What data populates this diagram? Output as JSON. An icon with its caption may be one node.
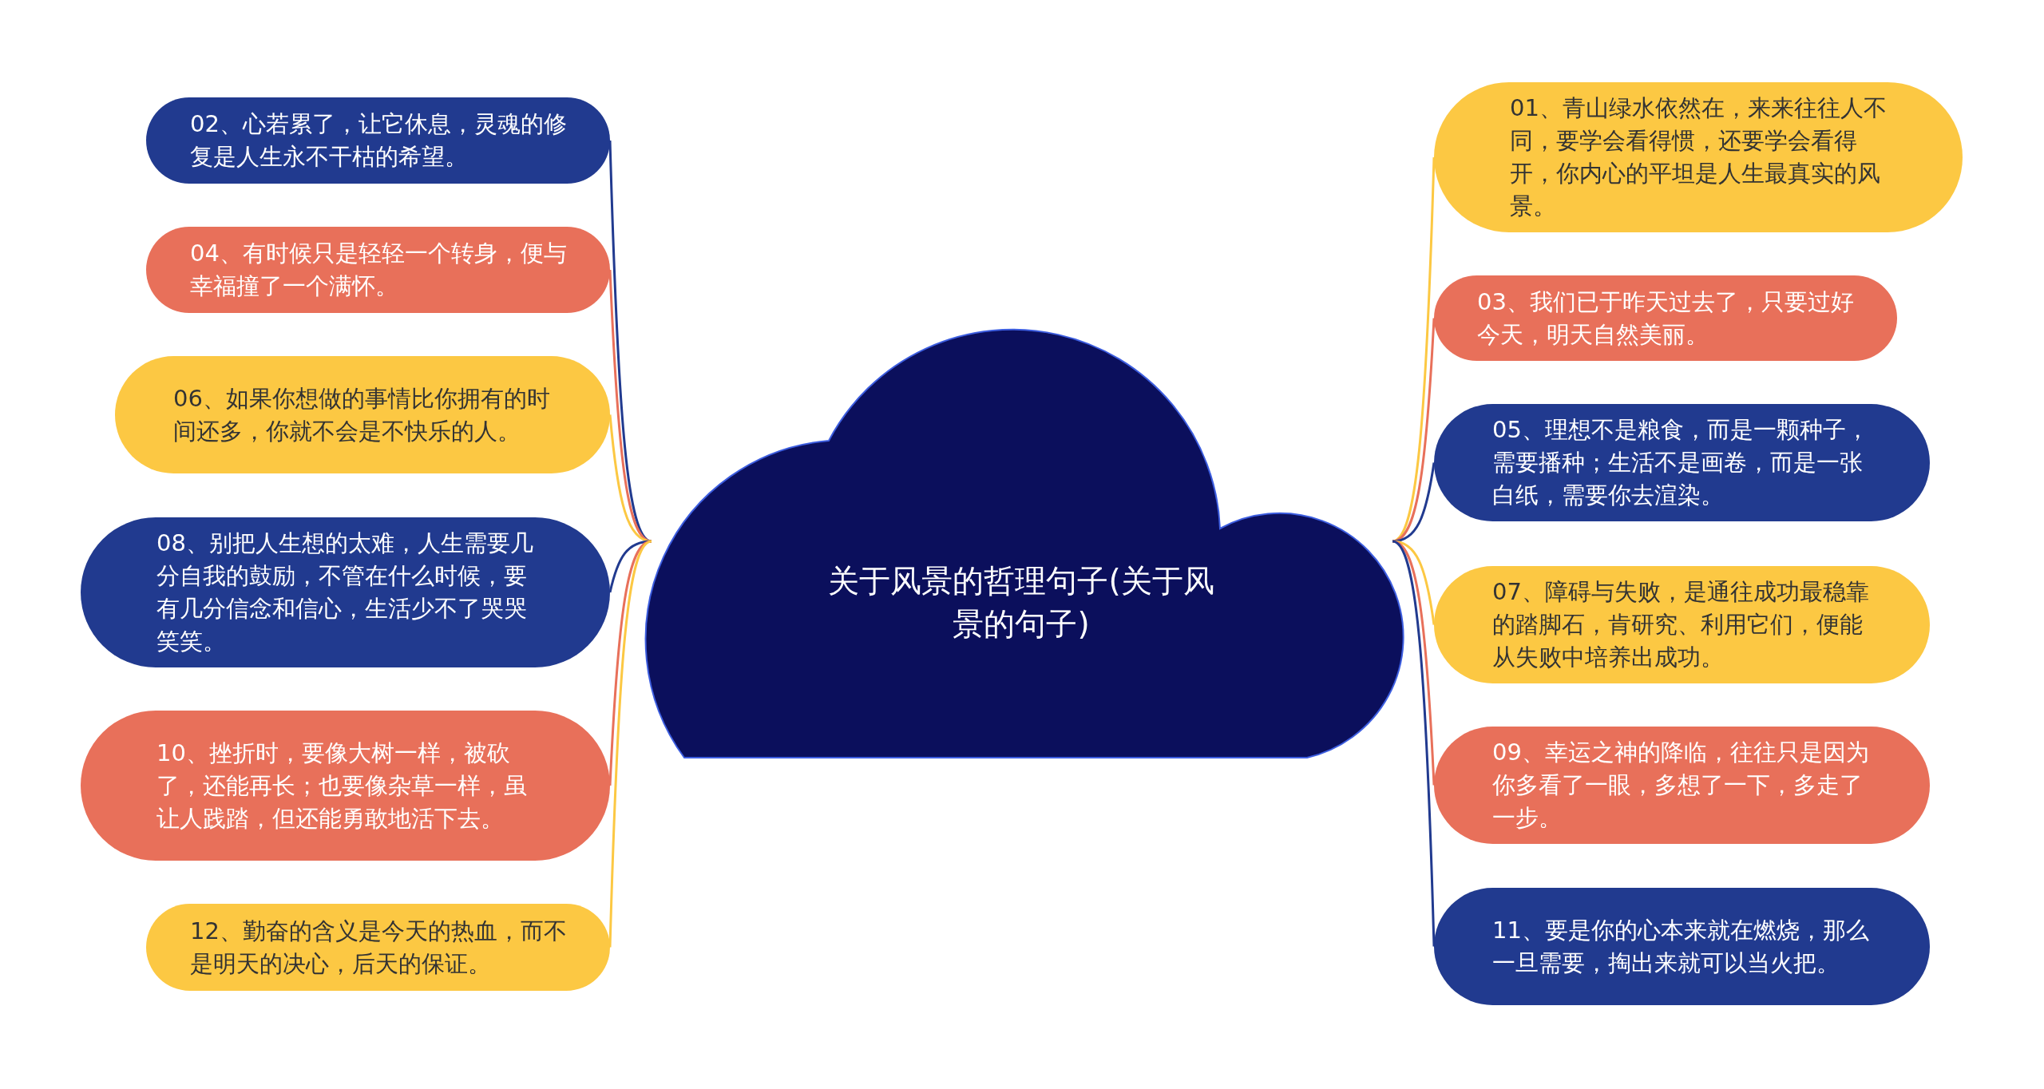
{
  "diagram": {
    "nodes": [
      {
        "text": [
          "关于风景的哲理句子(关于风景的句子)"
        ]
      },
      {
        "text": [
          "01、青山绿水依然在，来来往往人不同，要学会看得惯，还要学会看得开，你内心的平坦是人生最真实的风景。"
        ]
      },
      {
        "text": [
          "02、心若累了，让它休息，灵魂的修复是人生永不干枯的希望。"
        ]
      },
      {
        "text": [
          "03、我们已于昨天过去了，只要过好今天，明天自然美丽。"
        ]
      },
      {
        "text": [
          "04、有时候只是轻轻一个转身，便与幸福撞了一个满怀。"
        ]
      },
      {
        "text": [
          "05、理想不是粮食，而是一颗种子，需要播种；生活不是画卷，而是一张白纸，需要你去渲染。"
        ]
      },
      {
        "text": [
          "06、如果你想做的事情比你拥有的时间还多，你就不会是不快乐的人。"
        ]
      },
      {
        "text": [
          "07、障碍与失败，是通往成功最稳靠的踏脚石，肯研究、利用它们，便能从失败中培养出成功。"
        ]
      },
      {
        "text": [
          "08、别把人生想的太难，人生需要几分自我的鼓励，不管在什么时候，要有几分信念和信心，生活少不了哭哭笑笑。"
        ]
      },
      {
        "text": [
          "09、幸运之神的降临，往往只是因为你多看了一眼，多想了一下，多走了一步。"
        ]
      },
      {
        "text": [
          "10、挫折时，要像大树一样，被砍了，还能再长；也要像杂草一样，虽让人践踏，但还能勇敢地活下去。"
        ]
      },
      {
        "text": [
          "11、要是你的心本来就在燃烧，那么一旦需要，掏出来就可以当火把。"
        ]
      },
      {
        "text": [
          "12、勤奋的含义是今天的热血，而不是明天的决心，后天的保证。"
        ]
      }
    ],
    "edges": [
      {
        "from": 0,
        "to": 1,
        "arrow": "none",
        "color": "#fcc843"
      },
      {
        "from": 0,
        "to": 2,
        "arrow": "none",
        "color": "#213a8f"
      },
      {
        "from": 0,
        "to": 3,
        "arrow": "none",
        "color": "#e8705a"
      },
      {
        "from": 0,
        "to": 4,
        "arrow": "none",
        "color": "#e8705a"
      },
      {
        "from": 0,
        "to": 5,
        "arrow": "none",
        "color": "#213a8f"
      },
      {
        "from": 0,
        "to": 6,
        "arrow": "none",
        "color": "#fcc843"
      },
      {
        "from": 0,
        "to": 7,
        "arrow": "none",
        "color": "#fcc843"
      },
      {
        "from": 0,
        "to": 8,
        "arrow": "none",
        "color": "#213a8f"
      },
      {
        "from": 0,
        "to": 9,
        "arrow": "none",
        "color": "#e8705a"
      },
      {
        "from": 0,
        "to": 10,
        "arrow": "none",
        "color": "#e8705a"
      },
      {
        "from": 0,
        "to": 11,
        "arrow": "none",
        "color": "#213a8f"
      },
      {
        "from": 0,
        "to": 12,
        "arrow": "none",
        "color": "#fcc843"
      }
    ]
  }
}
